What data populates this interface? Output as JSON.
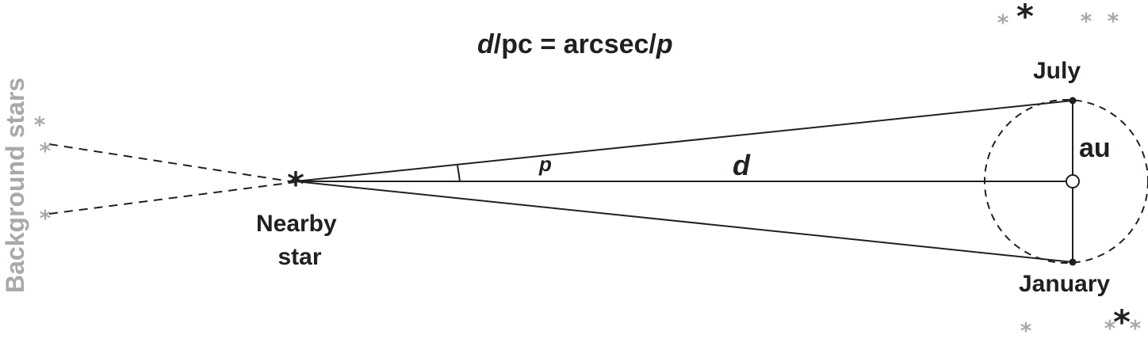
{
  "formula": {
    "d": "d",
    "slash1": "/pc = arcsec/",
    "p": "p"
  },
  "labels": {
    "background_stars": "Background stars",
    "nearby_star_line1": "Nearby",
    "nearby_star_line2": "star",
    "july": "July",
    "january": "January",
    "au": "au",
    "d": "d",
    "p": "p"
  },
  "symbols": {
    "star_glyph": "*"
  },
  "colors": {
    "ink": "#231f20",
    "gray": "#a7a9ac"
  }
}
